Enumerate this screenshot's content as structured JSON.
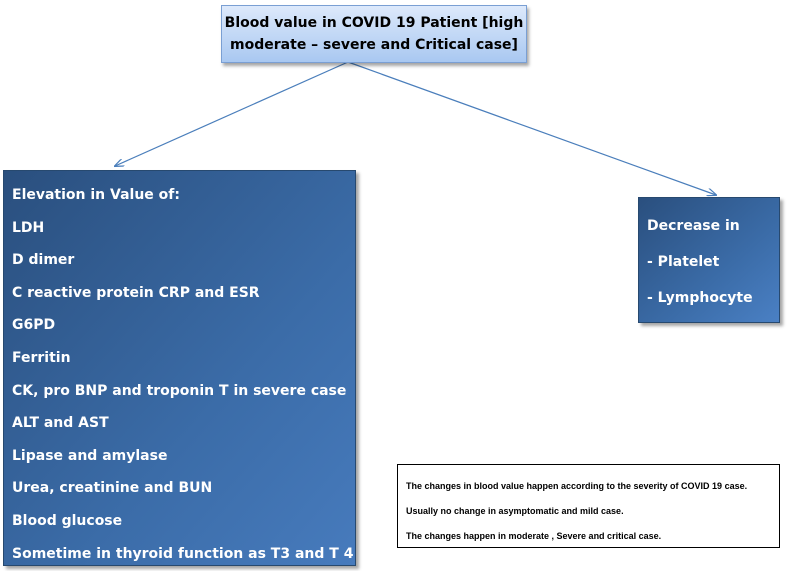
{
  "top": {
    "line1": "Blood value in COVID 19 Patient [high",
    "line2": "moderate – severe and Critical case]"
  },
  "left": {
    "heading": "Elevation in Value of:",
    "items": [
      "LDH",
      "D dimer",
      "C reactive protein CRP and ESR",
      "G6PD",
      "Ferritin",
      "CK, pro BNP   and troponin T in severe case",
      "ALT and AST",
      "Lipase and amylase",
      "Urea, creatinine and BUN",
      "Blood glucose",
      "Sometime in thyroid function as T3 and T 4"
    ]
  },
  "right": {
    "heading": "Decrease in",
    "items": [
      "- Platelet",
      "- Lymphocyte"
    ]
  },
  "note": {
    "lines": [
      "The changes in blood value happen according to the severity of COVID 19 case.",
      "Usually no change in asymptomatic and mild case.",
      "The changes happen  in moderate , Severe  and critical case."
    ]
  },
  "colors": {
    "arrow": "#4a7ebb",
    "box_dark": "#2a4f7e",
    "box_light": "#477bbd",
    "top_box_light": "#dde9fb",
    "top_box_dark": "#a9c8f1"
  }
}
